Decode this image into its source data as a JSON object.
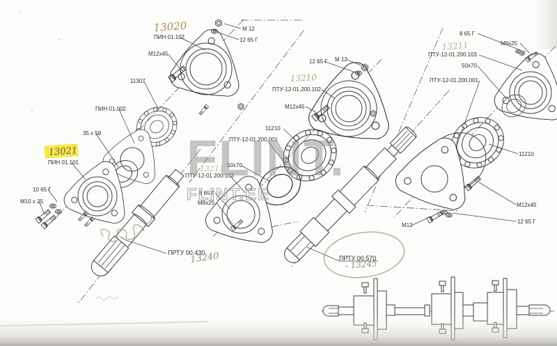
{
  "watermark": {
    "big": "FLINT.",
    "small": "FLINT.EE"
  },
  "highlight": {
    "color": "#f6e23b"
  },
  "printed": {
    "pin01102": "ПИН 01.102",
    "m12x45_tl": "М12х45",
    "m12_tl": "М 12",
    "g1265_tl": "12 65 Г",
    "p11307": "11307",
    "pin01002": "ПИН 01.002",
    "r35x58": "35 х 58",
    "pin01101": "ПИН 01.101",
    "g1065": "10 65 Г",
    "m10x25": "М10 х 25",
    "prtu430": "ПРТУ 00.430",
    "ptu102": "ПТУ-12-01.200.102",
    "m12x45_mid": "М12х45",
    "g1265_mid": "12 65 Г",
    "m12_mid": "М 12",
    "p11210_mid": "11210",
    "ptu001_mid": "ПТУ-12-01.200.001",
    "r50x70_mid": "50х70",
    "ptu103_mid": "ПТУ-12-01.200.103",
    "g865_mid": "8 65 Г",
    "m8x25_mid": "М8х25",
    "prtu570": "ПРТУ 00.570",
    "m12_br": "М12",
    "g865_tr": "8 65 Г",
    "m8x25_tr": "М8х25",
    "ptu103_tr": "ПТУ-12-01.200.103",
    "r50x70_tr": "50х70",
    "ptu001_tr": "ПТУ-12-01.200.001",
    "p11210_r": "11210",
    "m12x45_r": "М12х45",
    "g1265_r": "12 65 Г"
  },
  "handwritten": {
    "h13020": "13020",
    "h13021": "13021",
    "h13210": "13210",
    "h13211_mid": "13211",
    "h13211_tr": "13211",
    "h13240": "13240",
    "h13245": "- 13245"
  }
}
